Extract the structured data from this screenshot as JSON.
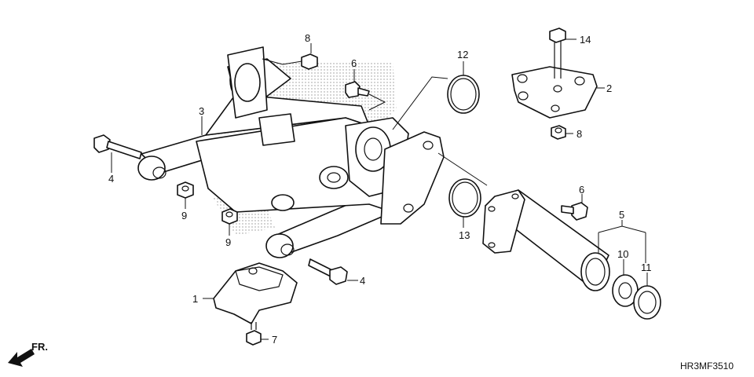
{
  "diagram": {
    "callouts": [
      "1",
      "2",
      "3",
      "4",
      "4",
      "5",
      "6",
      "6",
      "7",
      "8",
      "8",
      "9",
      "9",
      "10",
      "11",
      "12",
      "13",
      "14"
    ],
    "front_label": "FR.",
    "drawing_code": "HR3MF3510"
  }
}
